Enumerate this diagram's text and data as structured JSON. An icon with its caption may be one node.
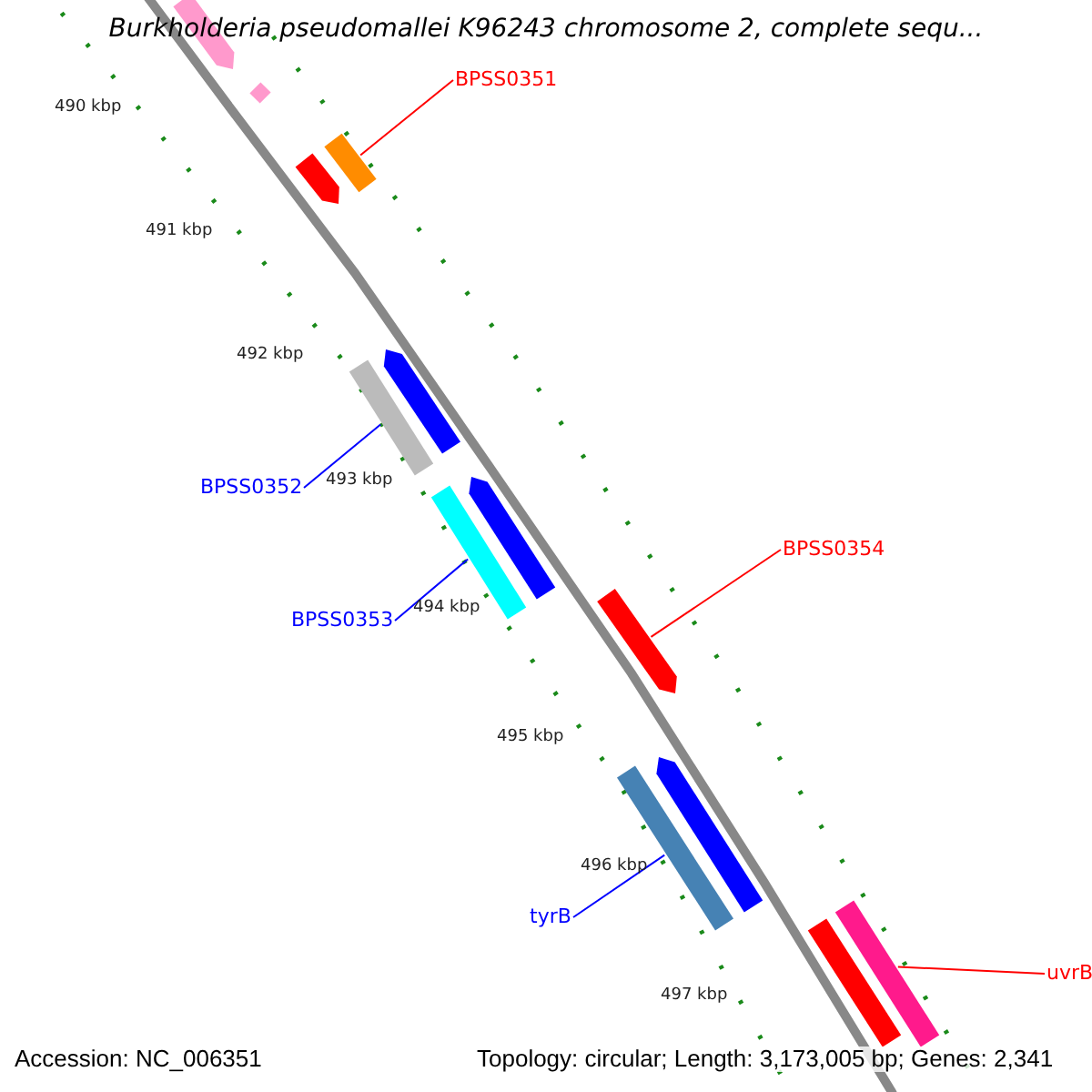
{
  "diagram": {
    "title": "Burkholderia pseudomallei K96243 chromosome 2, complete sequ...",
    "nodes": [
      {
        "text": [
          "BPSS0351"
        ]
      },
      {
        "text": [],
        "shape": "bar"
      },
      {
        "text": [
          "BPSS0352"
        ]
      },
      {
        "text": [],
        "shape": "bar"
      },
      {
        "text": [
          "BPSS0353"
        ]
      },
      {
        "text": [],
        "shape": "bar"
      },
      {
        "text": [
          "BPSS0354"
        ]
      },
      {
        "text": [],
        "shape": "bar"
      },
      {
        "text": [
          "tyrB"
        ]
      },
      {
        "text": [],
        "shape": "bar"
      },
      {
        "text": [
          "uvrB"
        ]
      },
      {
        "text": [],
        "shape": "bar"
      },
      {
        "text": [],
        "shape": "bar"
      },
      {
        "text": [],
        "shape": "bar"
      },
      {
        "text": [],
        "shape": "bar"
      },
      {
        "text": [],
        "shape": "bar"
      },
      {
        "text": [],
        "shape": "bar"
      },
      {
        "text": [],
        "shape": "bar"
      },
      {
        "text": [],
        "shape": "bar"
      }
    ],
    "edges": [
      {
        "from": 0,
        "to": 1,
        "arrow": "none"
      },
      {
        "from": 2,
        "to": 3,
        "arrow": "none",
        "color": "#0000ff"
      },
      {
        "from": 4,
        "to": 5,
        "arrow": "none",
        "color": "#0000ff"
      },
      {
        "from": 6,
        "to": 7,
        "arrow": "none"
      },
      {
        "from": 8,
        "to": 9,
        "arrow": "none",
        "color": "#0000ff"
      },
      {
        "from": 10,
        "to": 11,
        "arrow": "none"
      }
    ],
    "labels": [
      "490 kbp",
      "491 kbp",
      "492 kbp",
      "493 kbp",
      "494 kbp",
      "495 kbp",
      "496 kbp",
      "497 kbp",
      "Accession: NC_006351",
      "Topology: circular; Length: 3,173,005 bp; Genes: 2,341"
    ]
  }
}
